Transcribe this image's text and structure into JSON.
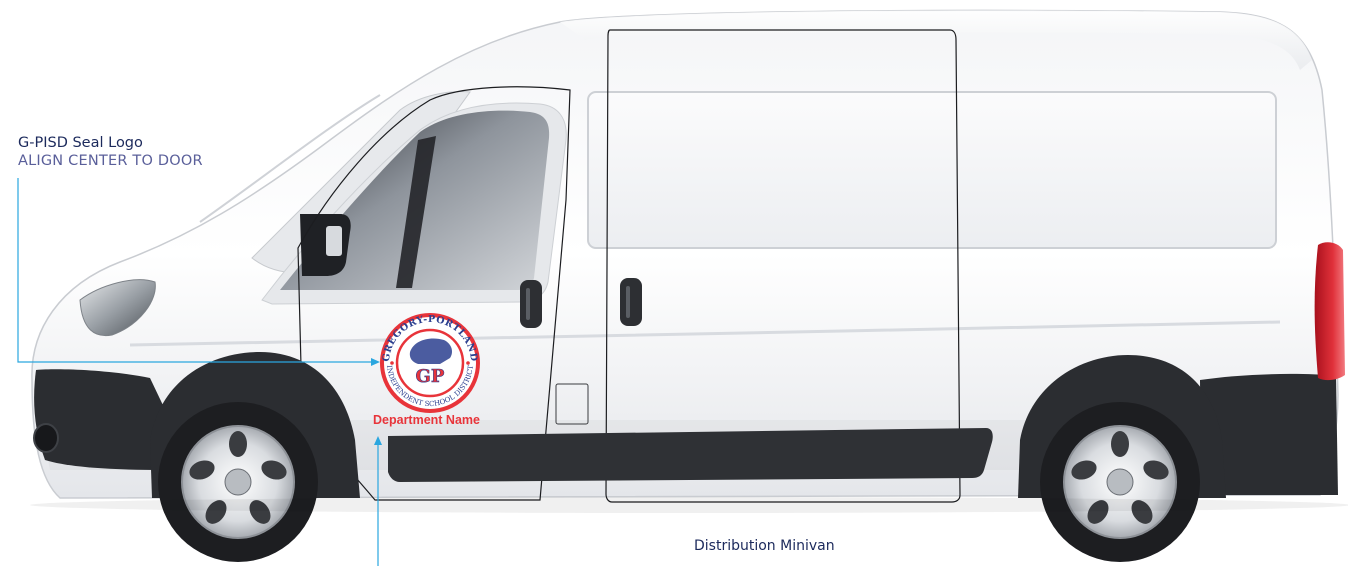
{
  "annotation": {
    "title": "G-PISD Seal Logo",
    "instruction": "ALIGN CENTER TO DOOR"
  },
  "seal": {
    "top_arc_text": "GREGORY-PORTLAND",
    "bottom_arc_text": "INDEPENDENT SCHOOL DISTRICT",
    "monogram": "GP",
    "department_label": "Department Name"
  },
  "caption": "Distribution Minivan",
  "colors": {
    "leader_line": "#2aa6df",
    "label_dark": "#1c2a5c",
    "label_muted": "#5a5f9a",
    "seal_red": "#e8343a",
    "seal_blue": "#2b3f8f"
  }
}
